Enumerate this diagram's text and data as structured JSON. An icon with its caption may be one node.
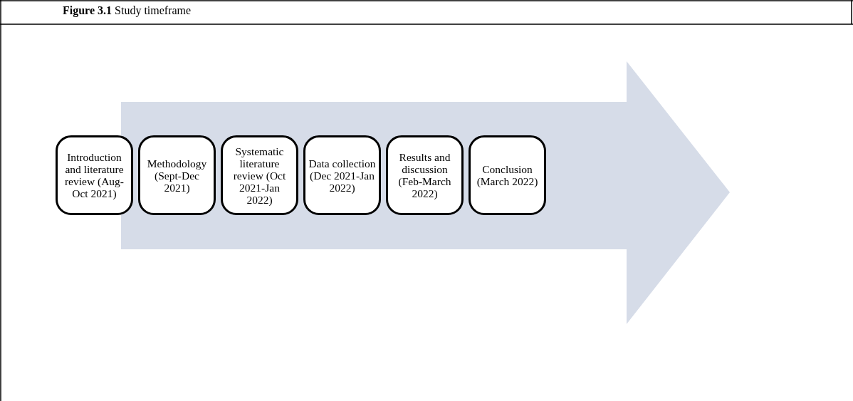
{
  "diagram": {
    "title": "**Figure 3.1** Study timeframe",
    "nodes": [
      {
        "text": [
          "Introduction and literature review (Aug-Oct 2021)"
        ]
      },
      {
        "text": [
          "Methodology (Sept-Dec 2021)"
        ]
      },
      {
        "text": [
          "Systematic literature review (Oct 2021-Jan 2022)"
        ]
      },
      {
        "text": [
          "Data collection (Dec 2021-Jan 2022)"
        ]
      },
      {
        "text": [
          "Results and discussion (Feb-March 2022)"
        ]
      },
      {
        "text": [
          "Conclusion (March 2022)"
        ]
      }
    ],
    "edges": []
  }
}
